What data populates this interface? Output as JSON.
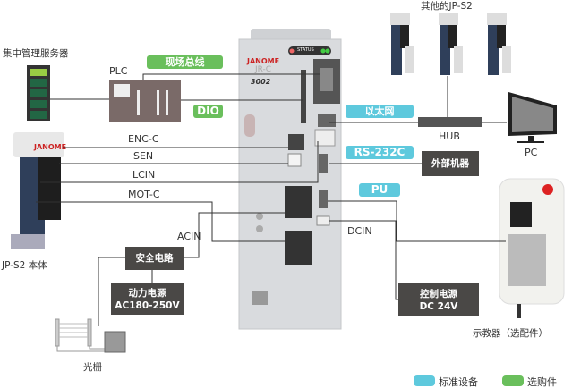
{
  "labels": {
    "server": "集中管理服务器",
    "plc": "PLC",
    "fieldbus": "现场总线",
    "dio": "DIO",
    "enc": "ENC-C",
    "sen": "SEN",
    "lcin": "LCIN",
    "motc": "MOT-C",
    "acin": "ACIN",
    "dcin": "DCIN",
    "robot": "JP-S2 本体",
    "other_robots": "其他的JP-S2",
    "ethernet": "以太网",
    "hub": "HUB",
    "pc": "PC",
    "rs232c": "RS-232C",
    "external": "外部机器",
    "pu": "PU",
    "pendant": "示教器（选配件）",
    "safety": "安全电路",
    "power_title": "动力电源",
    "power_spec": "AC180-250V",
    "ctrl_title": "控制电源",
    "ctrl_spec": "DC 24V",
    "light_curtain": "光栅",
    "controller_brand": "JANOME",
    "controller_model": "JR-C",
    "controller_number": "3002",
    "status": "STATUS"
  },
  "legend": [
    {
      "label": "标准设备",
      "color": "#5ec9dd"
    },
    {
      "label": "选购件",
      "color": "#6abf5c"
    }
  ],
  "colors": {
    "standard": "#5ec9dd",
    "option": "#6abf5c",
    "box": "#4a4846"
  }
}
